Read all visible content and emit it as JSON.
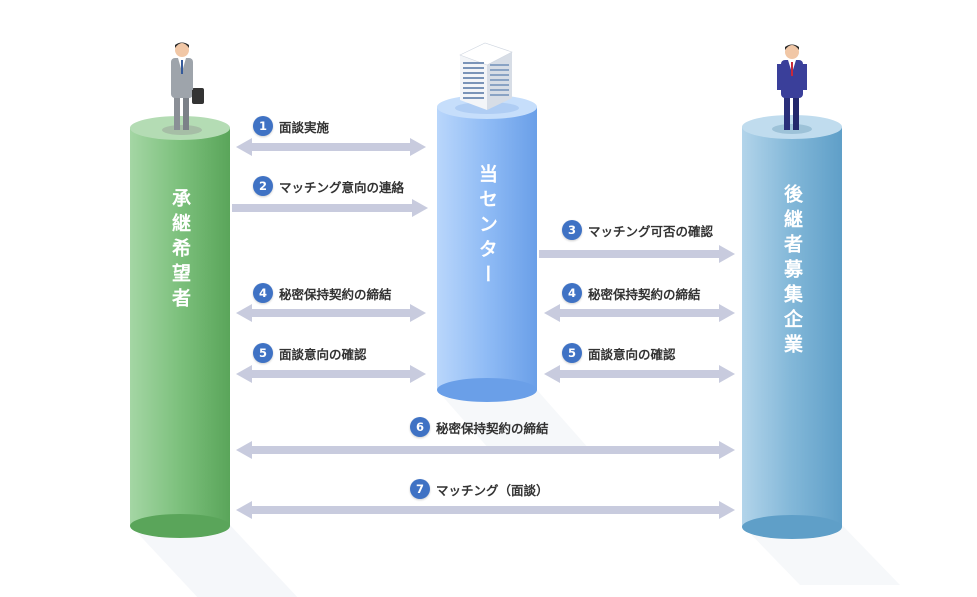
{
  "columns": {
    "left": "承継希望者",
    "center": "当センター",
    "right": "後継者募集企業"
  },
  "steps": [
    {
      "num": "1",
      "label": "面談実施"
    },
    {
      "num": "2",
      "label": "マッチング意向の連絡"
    },
    {
      "num": "3",
      "label": "マッチング可否の確認"
    },
    {
      "num": "4",
      "label": "秘密保持契約の締結"
    },
    {
      "num": "4",
      "label": "秘密保持契約の締結"
    },
    {
      "num": "5",
      "label": "面談意向の確認"
    },
    {
      "num": "5",
      "label": "面談意向の確認"
    },
    {
      "num": "6",
      "label": "秘密保持契約の締結"
    },
    {
      "num": "7",
      "label": "マッチング（面談）"
    }
  ],
  "colors": {
    "left_cylinder": "#6fb86f",
    "center_cylinder": "#8ab6f2",
    "right_cylinder": "#7fb5d6",
    "arrow": "#c8cbde",
    "badge": "#3f72c4"
  }
}
